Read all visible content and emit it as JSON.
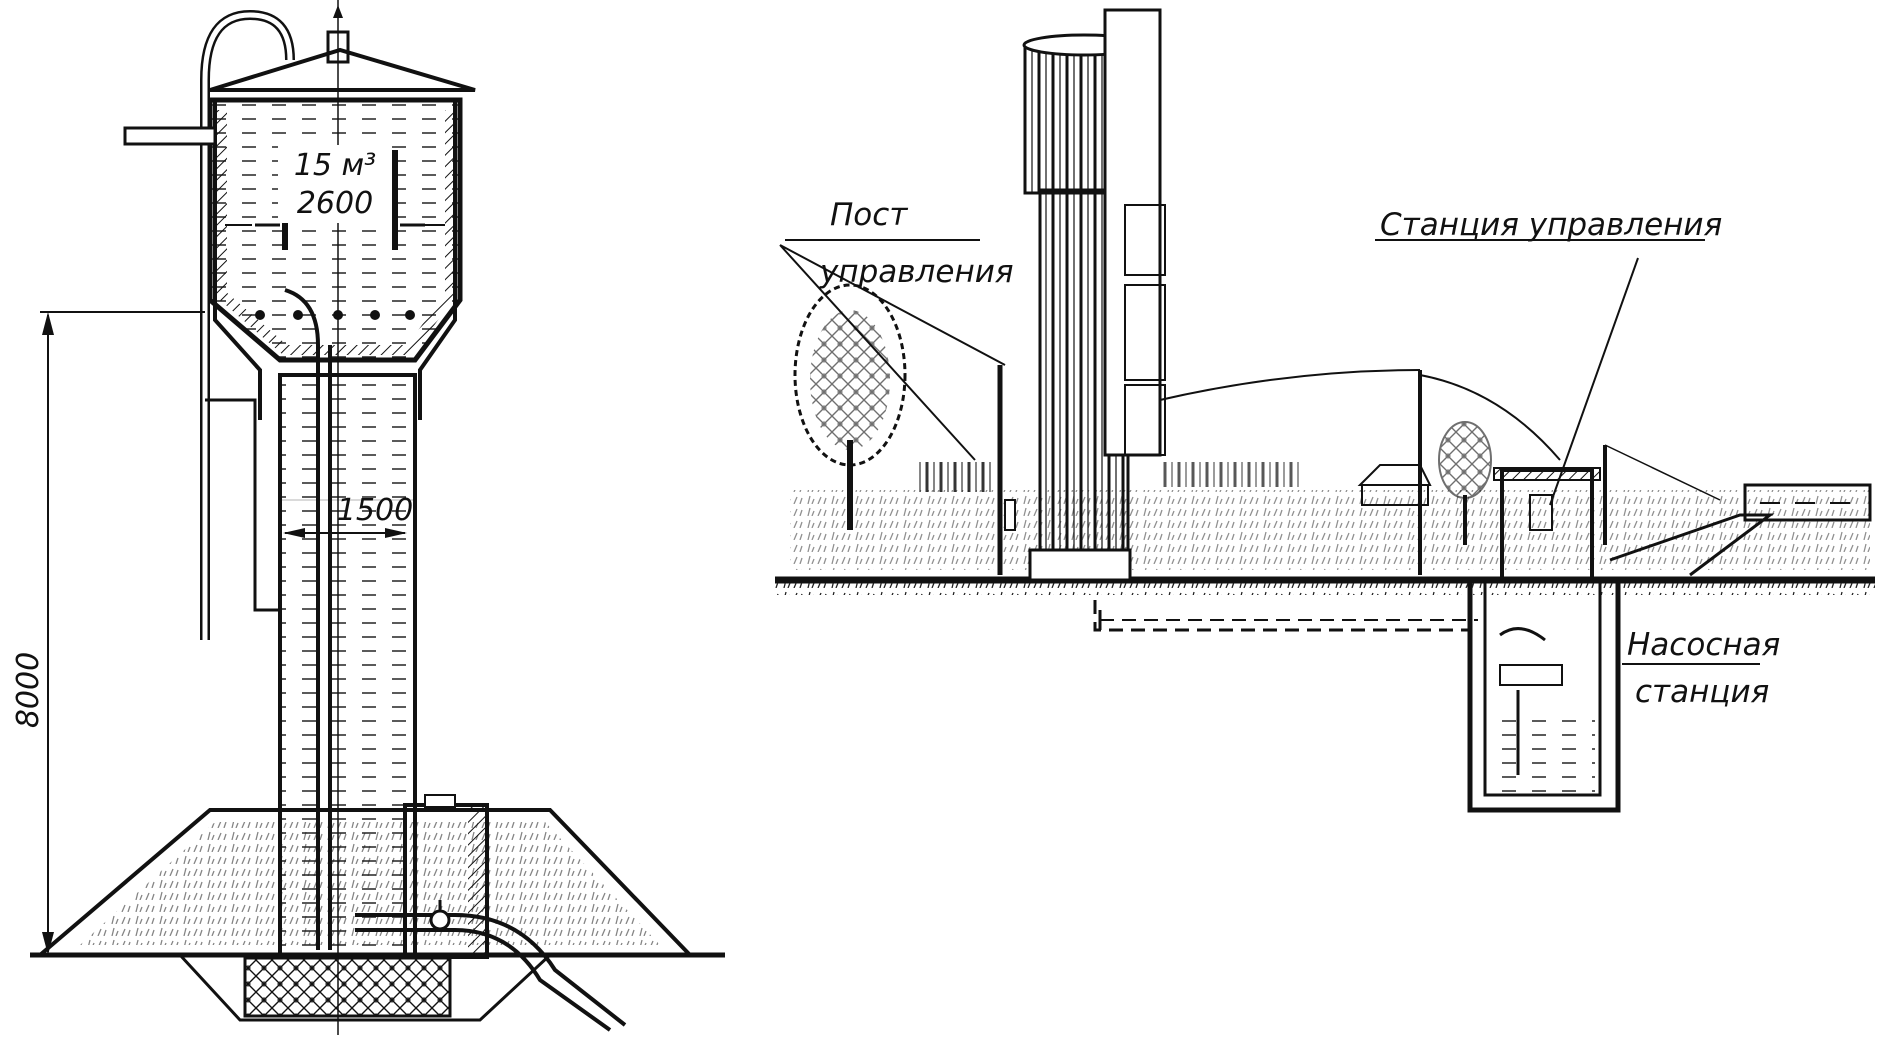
{
  "left_tower": {
    "capacity": "15 м³",
    "tank_diameter": "2600",
    "shaft_diameter": "1500",
    "height": "8000"
  },
  "right_scene": {
    "control_post": [
      "Пост",
      "управления"
    ],
    "control_station": "Станция управления",
    "pump_station": [
      "Насосная",
      "станция"
    ]
  },
  "colors": {
    "ink": "#111111",
    "paper": "#ffffff"
  }
}
